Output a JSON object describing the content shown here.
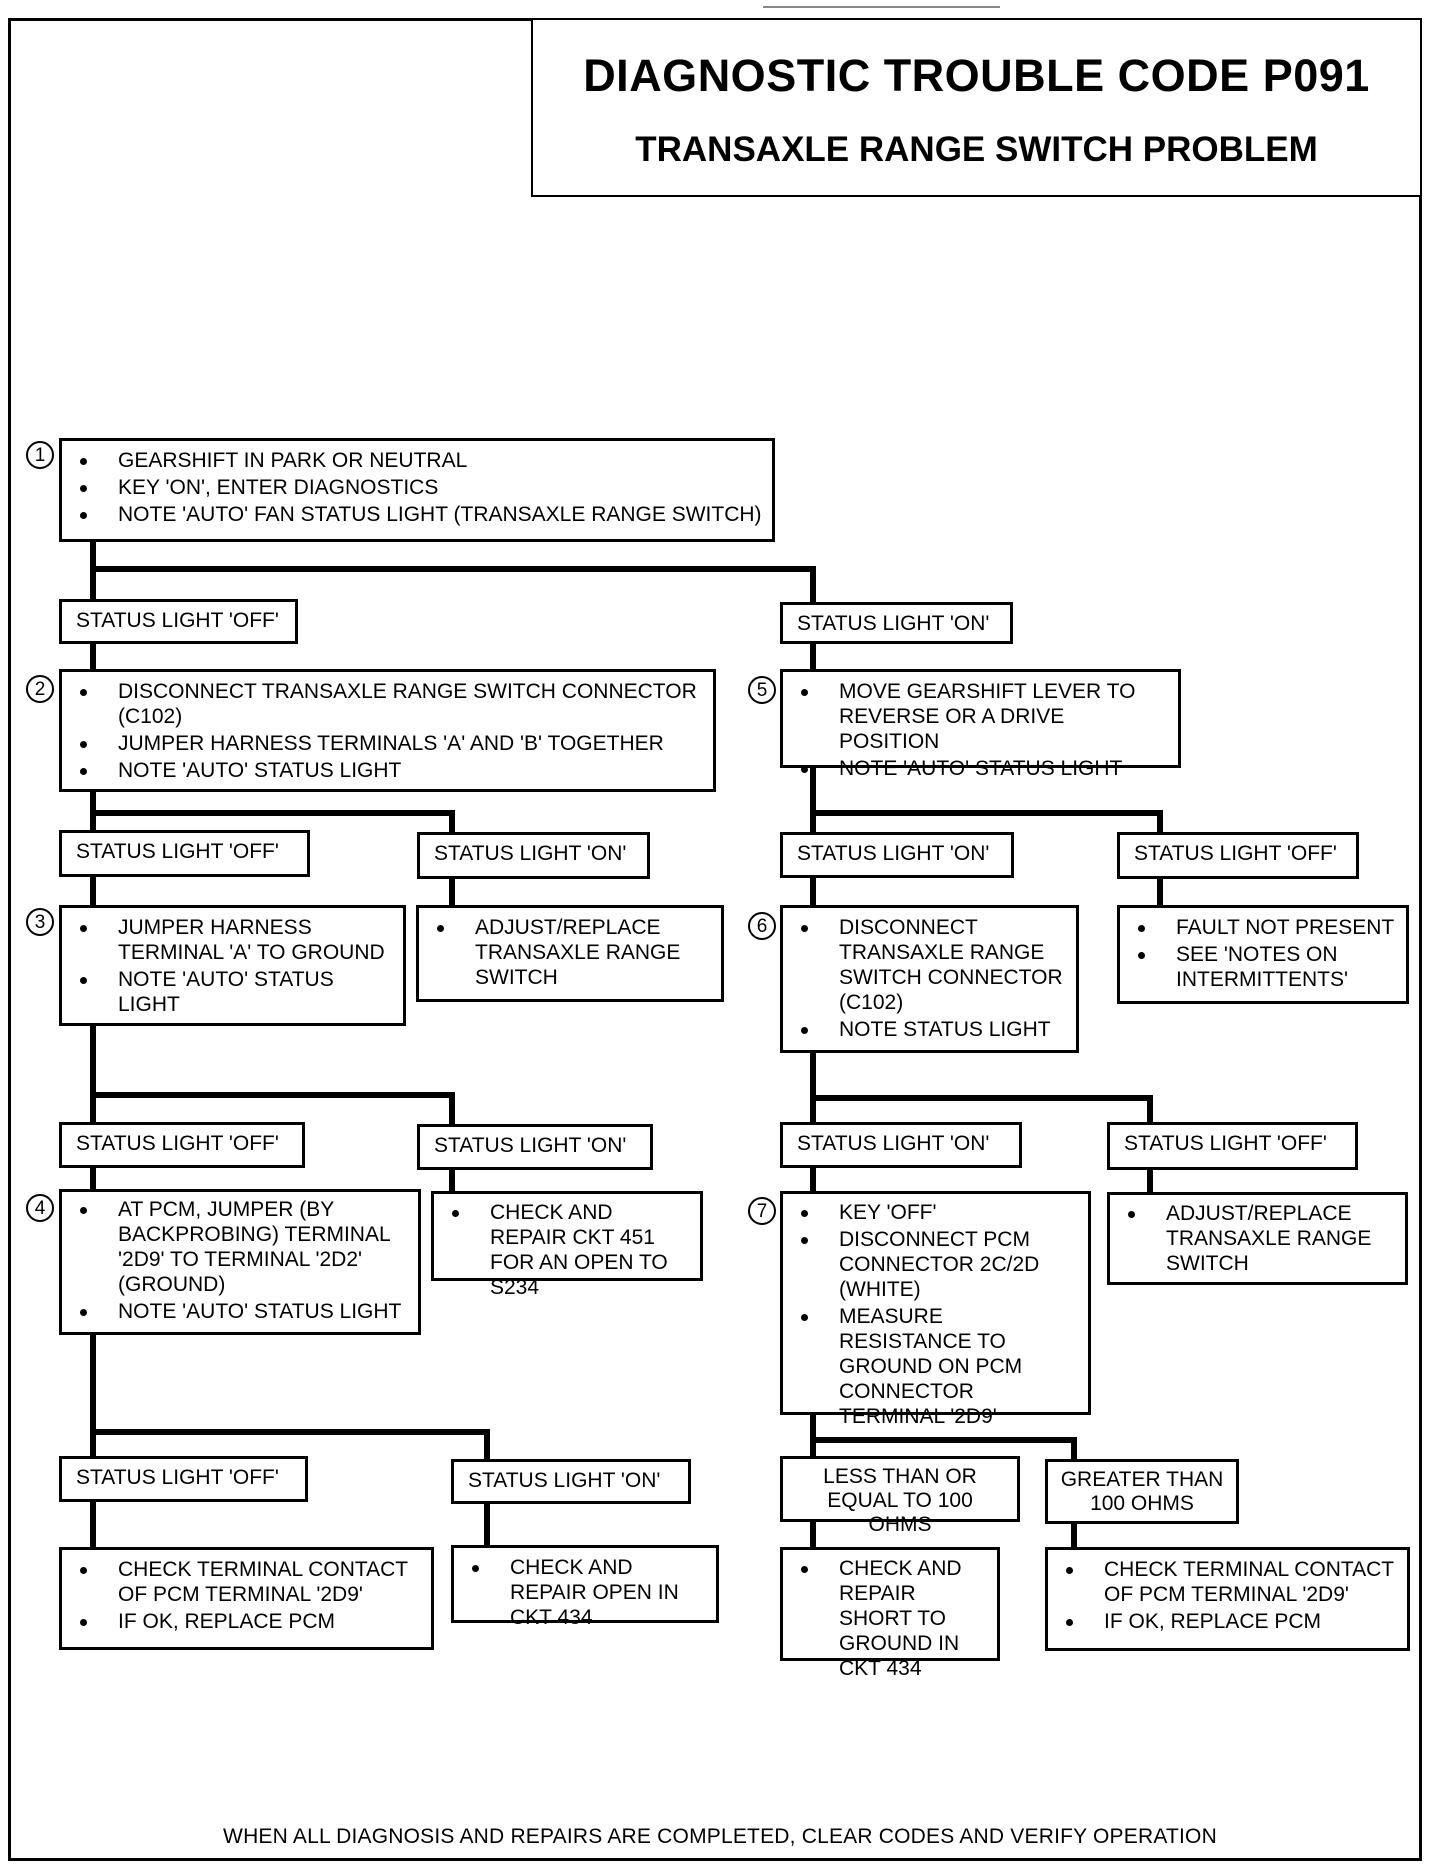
{
  "title": "DIAGNOSTIC TROUBLE CODE P091",
  "subtitle": "TRANSAXLE RANGE SWITCH PROBLEM",
  "step_numbers": {
    "s1": "1",
    "s2": "2",
    "s3": "3",
    "s4": "4",
    "s5": "5",
    "s6": "6",
    "s7": "7"
  },
  "steps": {
    "s1": [
      "GEARSHIFT IN PARK OR NEUTRAL",
      "KEY 'ON', ENTER DIAGNOSTICS",
      "NOTE 'AUTO' FAN STATUS LIGHT (TRANSAXLE RANGE SWITCH)"
    ],
    "s2": [
      "DISCONNECT TRANSAXLE RANGE SWITCH CONNECTOR (C102)",
      "JUMPER HARNESS TERMINALS 'A' AND 'B' TOGETHER",
      "NOTE 'AUTO' STATUS LIGHT"
    ],
    "s3": [
      "JUMPER HARNESS TERMINAL 'A' TO GROUND",
      "NOTE 'AUTO' STATUS LIGHT"
    ],
    "s4": [
      "AT PCM, JUMPER (BY BACKPROBING) TERMINAL '2D9' TO TERMINAL '2D2' (GROUND)",
      "NOTE 'AUTO' STATUS LIGHT"
    ],
    "s5": [
      "MOVE GEARSHIFT LEVER TO REVERSE OR A DRIVE POSITION",
      "NOTE 'AUTO' STATUS LIGHT"
    ],
    "s6": [
      "DISCONNECT TRANSAXLE RANGE SWITCH CONNECTOR (C102)",
      "NOTE STATUS LIGHT"
    ],
    "s7": [
      "KEY 'OFF'",
      "DISCONNECT PCM CONNECTOR 2C/2D (WHITE)",
      "MEASURE RESISTANCE TO GROUND ON PCM CONNECTOR TERMINAL '2D9'"
    ]
  },
  "labels": {
    "l1_off": "STATUS LIGHT 'OFF'",
    "l1_on": "STATUS LIGHT 'ON'",
    "l2_off": "STATUS LIGHT 'OFF'",
    "l2_on": "STATUS LIGHT 'ON'",
    "l3_off": "STATUS LIGHT 'OFF'",
    "l3_on": "STATUS LIGHT 'ON'",
    "l4_off": "STATUS LIGHT 'OFF'",
    "l4_on": "STATUS LIGHT 'ON'",
    "l5_on": "STATUS LIGHT 'ON'",
    "l5_off": "STATUS LIGHT 'OFF'",
    "l6_on": "STATUS LIGHT 'ON'",
    "l6_off": "STATUS LIGHT 'OFF'",
    "l7_le": "LESS THAN OR EQUAL TO 100 OHMS",
    "l7_gt": "GREATER THAN 100 OHMS"
  },
  "actions": {
    "a2_on": [
      "ADJUST/REPLACE TRANSAXLE RANGE SWITCH"
    ],
    "a3_on": [
      "CHECK AND REPAIR CKT 451 FOR AN OPEN TO S234"
    ],
    "a4_off": [
      "CHECK TERMINAL CONTACT OF PCM TERMINAL '2D9'",
      "IF OK, REPLACE PCM"
    ],
    "a4_on": [
      "CHECK AND REPAIR OPEN IN CKT 434"
    ],
    "a5_off": [
      "FAULT NOT PRESENT",
      "SEE 'NOTES ON INTERMITTENTS'"
    ],
    "a6_off": [
      "ADJUST/REPLACE TRANSAXLE RANGE SWITCH"
    ],
    "a7_le": [
      "CHECK AND REPAIR SHORT TO GROUND IN CKT 434"
    ],
    "a7_gt": [
      "CHECK TERMINAL CONTACT OF PCM TERMINAL '2D9'",
      "IF OK, REPLACE PCM"
    ]
  },
  "footer": "WHEN ALL DIAGNOSIS AND REPAIRS ARE COMPLETED, CLEAR CODES AND VERIFY OPERATION"
}
